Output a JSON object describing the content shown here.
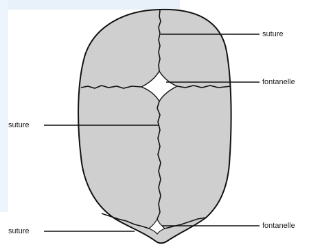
{
  "diagram": {
    "labels": {
      "top_right_suture": "suture",
      "right_fontanelle_upper": "fontanelle",
      "left_suture_middle": "suture",
      "left_suture_bottom": "suture",
      "right_fontanelle_lower": "fontanelle"
    },
    "colors": {
      "bone_fill": "#cfcfcf",
      "outline": "#111111",
      "fontanelle_fill": "#ffffff",
      "background_tint": "#e8f1fa"
    }
  }
}
